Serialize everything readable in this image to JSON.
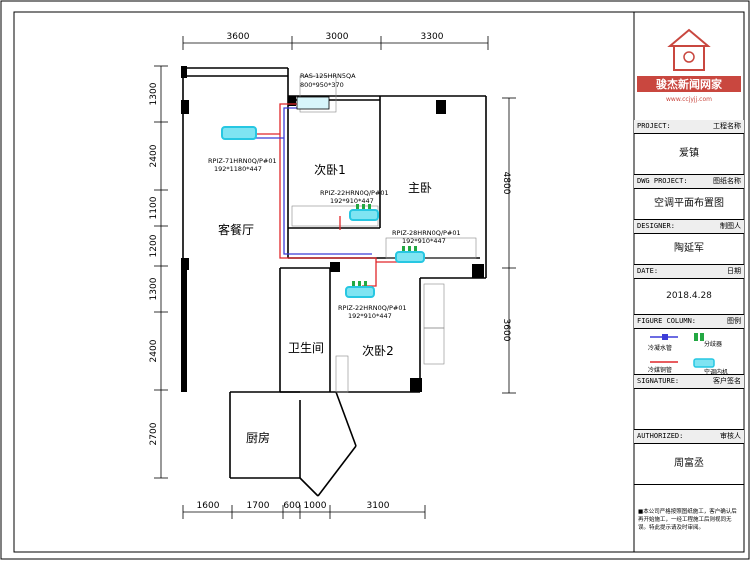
{
  "logo": {
    "brand_text": "骏杰新闻网家",
    "url_text": "www.ccjyjj.com"
  },
  "dims": {
    "top": [
      "3600",
      "3000",
      "3300"
    ],
    "bottom": [
      "1600",
      "1700",
      "600",
      "1000",
      "3100"
    ],
    "left": [
      "1300",
      "2400",
      "1100",
      "1200",
      "1300",
      "2400",
      "2700"
    ],
    "right": [
      "4800",
      "3600"
    ]
  },
  "rooms": {
    "living": "客餐厅",
    "bed2": "次卧1",
    "master": "主卧",
    "bath": "卫生间",
    "bed3": "次卧2",
    "kitchen": "厨房"
  },
  "units": {
    "outdoor": {
      "model": "RAS-125HRN5QA",
      "size": "800*950*370"
    },
    "living": {
      "model": "RPIZ-71HRN0Q/P#01",
      "size": "192*1180*447"
    },
    "bed1": {
      "model": "RPIZ-22HRN0Q/P#01",
      "size": "192*910*447"
    },
    "master": {
      "model": "RPIZ-28HRN0Q/P#01",
      "size": "192*910*447"
    },
    "bed2": {
      "model": "RPIZ-22HRN0Q/P#01",
      "size": "192*910*447"
    }
  },
  "titleblock": {
    "project_label": "PROJECT:",
    "project_cn": "工程名称",
    "project_value": "爱镇",
    "dwg_label": "DWG PROJECT:",
    "dwg_cn": "图纸名称",
    "dwg_value": "空调平面布置图",
    "designer_label": "DESIGNER:",
    "designer_cn": "制图人",
    "designer_value": "陶延军",
    "date_label": "DATE:",
    "date_cn": "日期",
    "date_value": "2018.4.28",
    "figure_label": "FIGURE COLUMN:",
    "figure_cn": "图例",
    "legend_refrigerant": "冷凝水管",
    "legend_splitter": "分歧器",
    "legend_cooling": "冷媒铜管",
    "legend_indoor": "空调内机",
    "signature_label": "SIGNATURE:",
    "signature_cn": "客户签名",
    "authorized_label": "AUTHORIZED:",
    "authorized_cn": "审核人",
    "authorized_value": "周富丞",
    "note": "■本公司严格按照图纸施工，客户确认后再开始施工，一经工程施工后则视同无误。特此提示请及时审阅。"
  },
  "colors": {
    "pipe_red": "#e0262a",
    "pipe_blue": "#3c3cd8",
    "unit_cyan": "#27c7e2",
    "splitter_green": "#23a843"
  }
}
